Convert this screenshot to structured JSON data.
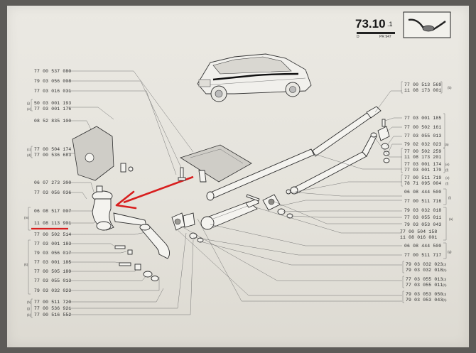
{
  "header": {
    "section": "73.10",
    "section_sup": ".1",
    "code_left": "D",
    "code_right": "PR 947"
  },
  "arrow_color": "#d81e1e",
  "part_numbers_left": [
    "77 00 537 080",
    "79 03 056 008",
    "77 03 016 031",
    "50 03 001 193",
    "77 03 001 176",
    "08 52 835 100",
    "77 00 504 174",
    "77 00 536 683",
    "06 07 273 300",
    "77 03 056 036",
    "06 08 517 007",
    "11 08 113 901",
    "77 00 502 514",
    "77 03 001 183",
    "79 03 056 017",
    "77 03 001 185",
    "77 00 505 189",
    "77 03 055 013",
    "79 03 032 023",
    "77 00 511 720",
    "77 00 536 921",
    "77 00 516 552"
  ],
  "left_letters": [
    "(j)",
    "(e)",
    "(c)",
    "(d)",
    "(m)",
    "(k)",
    "(h)",
    "(j)",
    "(k)"
  ],
  "part_numbers_right": [
    "77 00 513 569",
    "11 08 173 001",
    "77 03 001 185",
    "77 00 502 161",
    "77 03 055 013",
    "79 02 032 023",
    "77 00 502 259",
    "11 08 173 201",
    "77 03 001 174",
    "77 03 001 170",
    "77 00 511 719",
    "78 71 095 004",
    "06 08 444 500",
    "77 00 511 716",
    "79 03 032 018",
    "77 03 055 011",
    "79 03 053 043",
    "77 00 504 158",
    "11 08 016 001",
    "06 08 444 500",
    "77 00 511 717",
    "79 03 032 023",
    "79 03 032 018",
    "77 03 055 013",
    "77 03 055 011",
    "79 03 053 050",
    "79 03 053 043"
  ],
  "right_letters": [
    "(b)",
    "(a)",
    "(e)",
    "(f)",
    "(e)",
    "(f)",
    "(l)",
    "(a)",
    "(g)",
    "(J)",
    "(h)",
    "(J)",
    "(h)",
    "(J)",
    "(h)"
  ]
}
